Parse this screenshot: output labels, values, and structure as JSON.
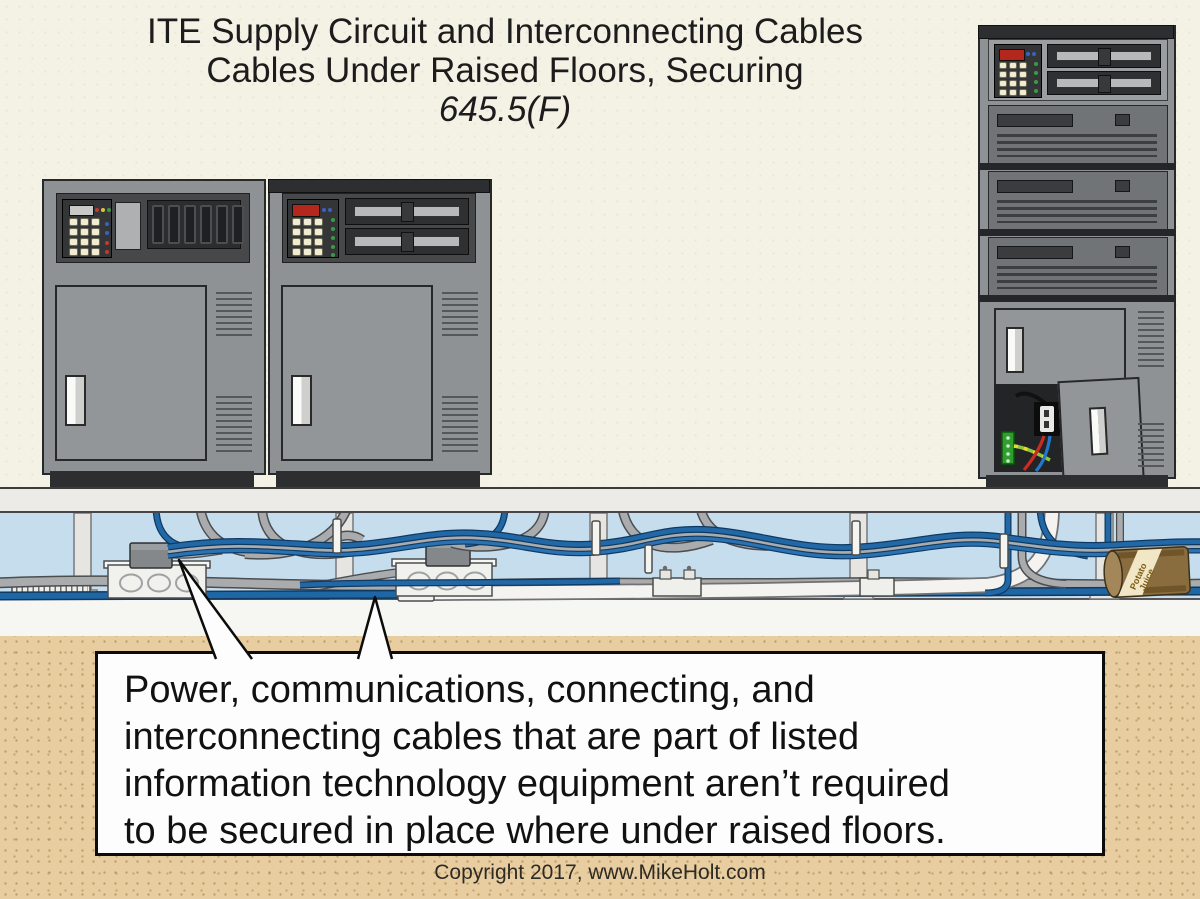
{
  "title": {
    "line1": "ITE Supply Circuit and Interconnecting Cables",
    "line2": "Cables Under Raised Floors, Securing",
    "line3": "645.5(F)"
  },
  "callout": {
    "lines": [
      "Power, communications, connecting, and",
      "interconnecting cables that are part of listed",
      "information technology equipment aren’t required",
      "to be secured in place where under raised floors."
    ]
  },
  "footer": {
    "copyright": "Copyright 2017, www.MikeHolt.com"
  },
  "can": {
    "line1": "Potato",
    "line2": "Juice"
  },
  "colors": {
    "background": "#f4f1e5",
    "underfloor_void": "#c6ddee",
    "cable_blue": "#2268a6",
    "conduit_gray": "#a9abad",
    "white_conduit": "#f4f3ef",
    "cabinet_gray": "#8f9295",
    "panel_dark": "#46484a",
    "sand": "#e7cd9f",
    "concrete": "#f6f6f2",
    "callout_background": "#fdfdfd",
    "outline": "#26282a",
    "keypad_button": "#f2ecd2",
    "display_red": "#b3271d"
  }
}
